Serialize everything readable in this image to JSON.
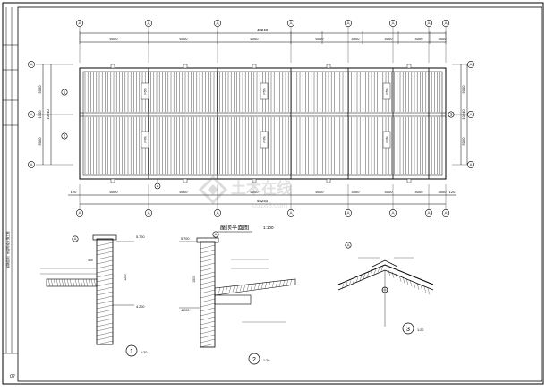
{
  "plan": {
    "title": "屋顶平面图",
    "scale": "1:100",
    "grid_bubble_label": "A",
    "top_overall_dim": "48240",
    "bottom_overall_dim": "48240",
    "top_bay_dims": [
      "6000",
      "6000",
      "6000",
      "6000",
      "4000",
      "4000",
      "4000",
      "4000"
    ],
    "bottom_bay_dims": [
      "6000",
      "6000",
      "6000",
      "6000",
      "4000",
      "4000",
      "4000",
      "4000"
    ],
    "bottom_end_left": "120",
    "bottom_end_right": "120",
    "left_dims": [
      "5000",
      "1000",
      "5000"
    ],
    "left_overall_dim": "10240",
    "right_dims": [
      "5000",
      "1000",
      "5000"
    ],
    "right_overall_dim": "10240",
    "slope_note": "i=5%"
  },
  "details": [
    {
      "number": "1",
      "scale": "1:20",
      "elev_top": "5.700",
      "elev_mid": "4.200",
      "dim_a": "400",
      "dim_b": "1200"
    },
    {
      "number": "2",
      "scale": "1:20",
      "elev_top": "5.700",
      "elev_mid": "4.200",
      "dim_a": "1500"
    },
    {
      "number": "3",
      "scale": "1:20"
    }
  ],
  "title_block": {
    "side_text": "某钢结构厂房结构设计施工图"
  },
  "watermark": {
    "main": "土木在线",
    "sub": "co188.com"
  },
  "footer": {
    "page_code": "02"
  }
}
